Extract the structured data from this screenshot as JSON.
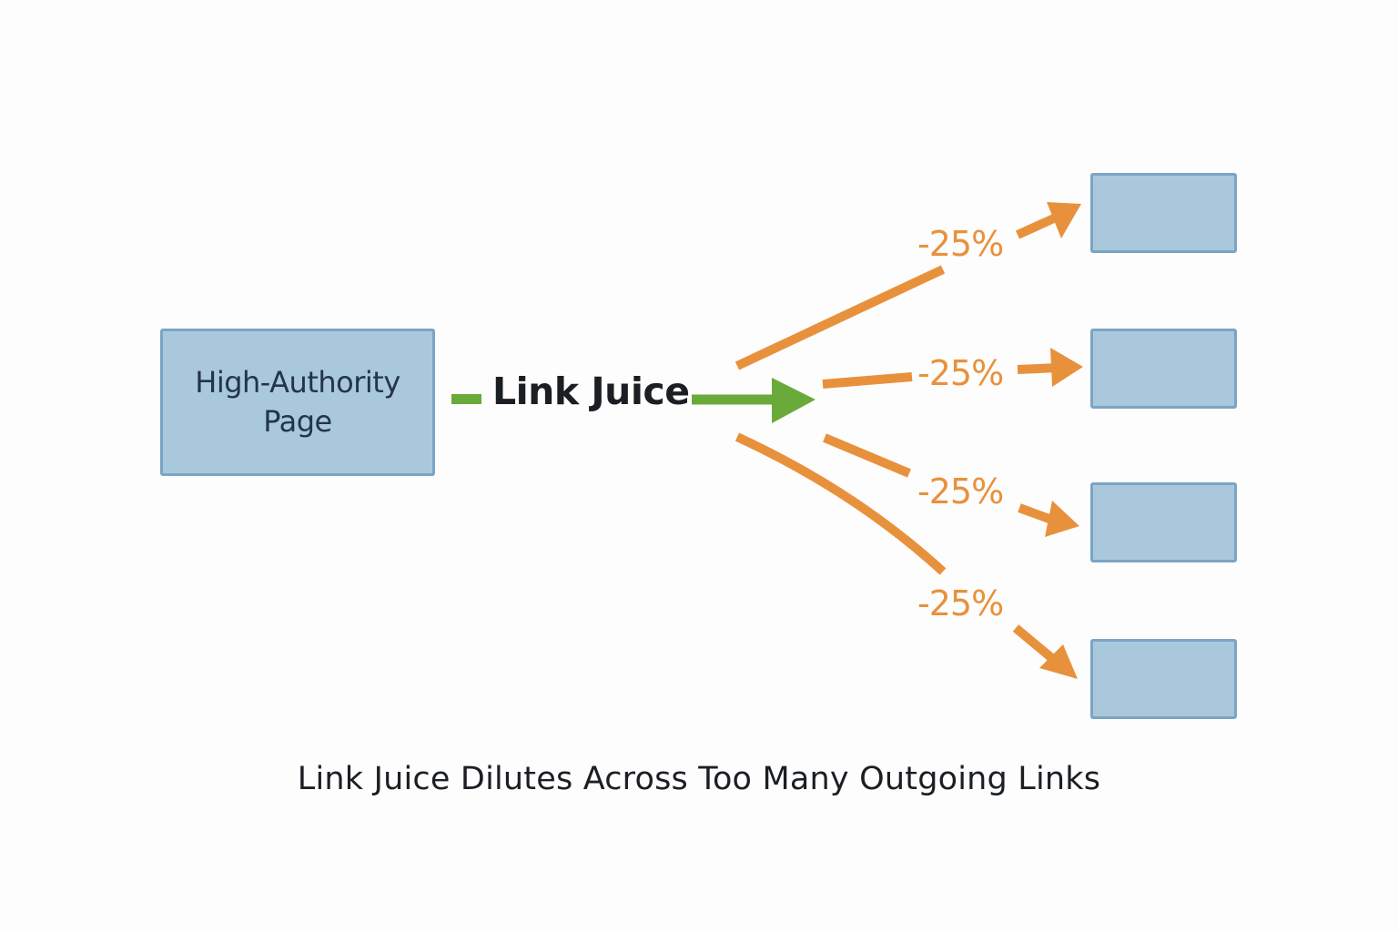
{
  "source": {
    "label": "High-Authority\nPage"
  },
  "flow": {
    "label": "Link Juice",
    "color": "#6aaa3a"
  },
  "outgoing": {
    "color": "#e8913c",
    "links": [
      {
        "label": "-25%",
        "share_percent": -25
      },
      {
        "label": "-25%",
        "share_percent": -25
      },
      {
        "label": "-25%",
        "share_percent": -25
      },
      {
        "label": "-25%",
        "share_percent": -25
      }
    ]
  },
  "node_colors": {
    "fill": "#aac8dc",
    "border": "#7ba4c4"
  },
  "caption": "Link Juice Dilutes Across Too Many Outgoing Links"
}
